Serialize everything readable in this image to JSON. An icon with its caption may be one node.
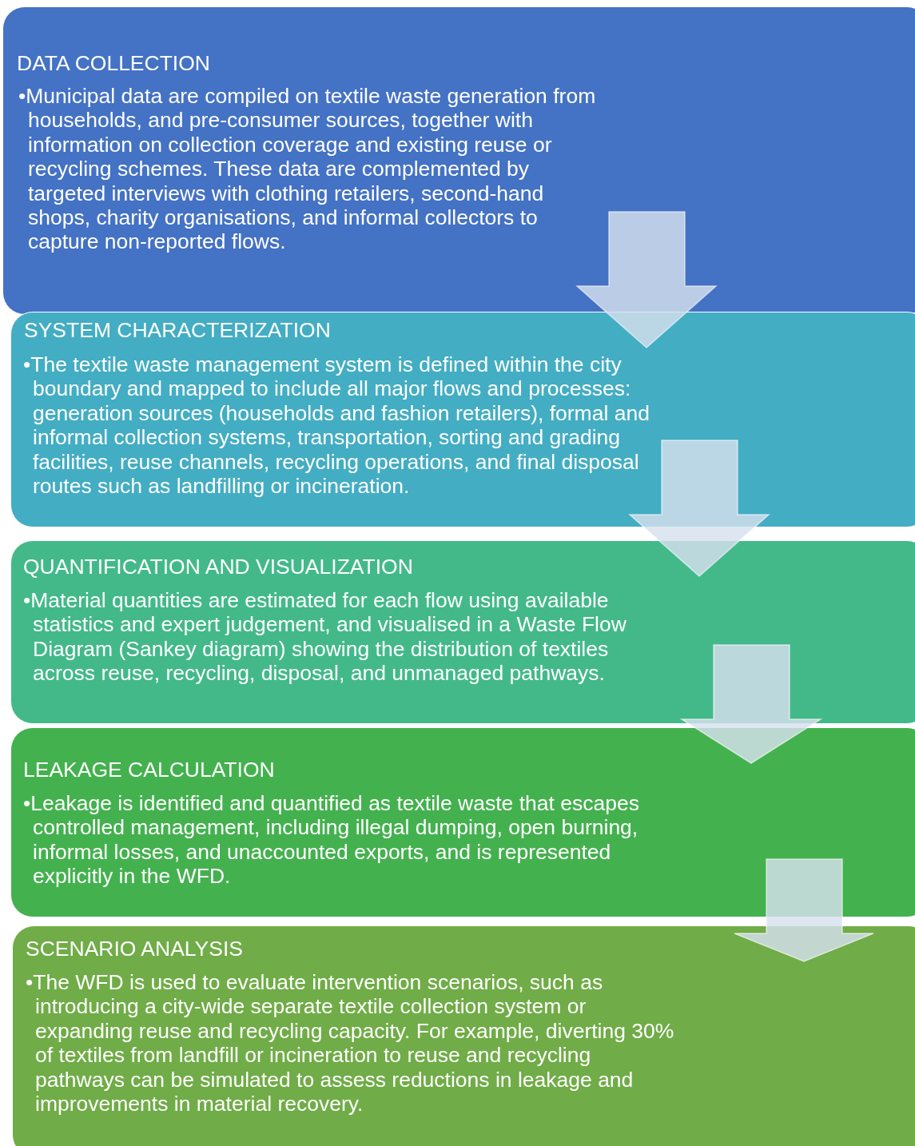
{
  "diagram": {
    "nodes": [
      {
        "text": [
          "DATA COLLECTION",
          "•Municipal data are compiled on textile waste generation from households, and pre-consumer sources, together with information on collection coverage and existing reuse or recycling schemes. These data are complemented by targeted interviews with clothing retailers, second-hand shops, charity organisations, and informal collectors to capture non-reported flows."
        ]
      },
      {
        "text": [
          "SYSTEM CHARACTERIZATION",
          "•The textile waste management system is defined within the city boundary and mapped to include all major flows and processes: generation sources (households and fashion retailers), formal and informal collection systems, transportation, sorting and grading facilities, reuse channels, recycling operations, and final disposal routes such as landfilling or incineration."
        ]
      },
      {
        "text": [
          "QUANTIFICATION AND VISUALIZATION",
          "•Material quantities are estimated for each flow using available statistics and expert judgement, and visualised in a Waste Flow Diagram (Sankey diagram) showing the distribution of textiles across reuse, recycling, disposal, and unmanaged pathways."
        ]
      },
      {
        "text": [
          "LEAKAGE CALCULATION",
          "•Leakage is identified and quantified as textile waste that escapes controlled management, including illegal dumping, open burning, informal losses, and unaccounted exports, and is represented explicitly in the WFD."
        ]
      },
      {
        "text": [
          "SCENARIO ANALYSIS",
          "•The WFD is used to evaluate intervention scenarios, such as introducing a city-wide separate textile collection system or expanding reuse and recycling capacity. For example, diverting 30% of textiles from landfill or incineration to reuse and recycling pathways can be simulated to assess reductions in leakage and improvements in material recovery."
        ]
      }
    ],
    "edges": [
      {
        "from": 0,
        "to": 1,
        "arrow": "to"
      },
      {
        "from": 1,
        "to": 2,
        "arrow": "to"
      },
      {
        "from": 2,
        "to": 3,
        "arrow": "to"
      },
      {
        "from": 3,
        "to": 4,
        "arrow": "to"
      }
    ]
  }
}
